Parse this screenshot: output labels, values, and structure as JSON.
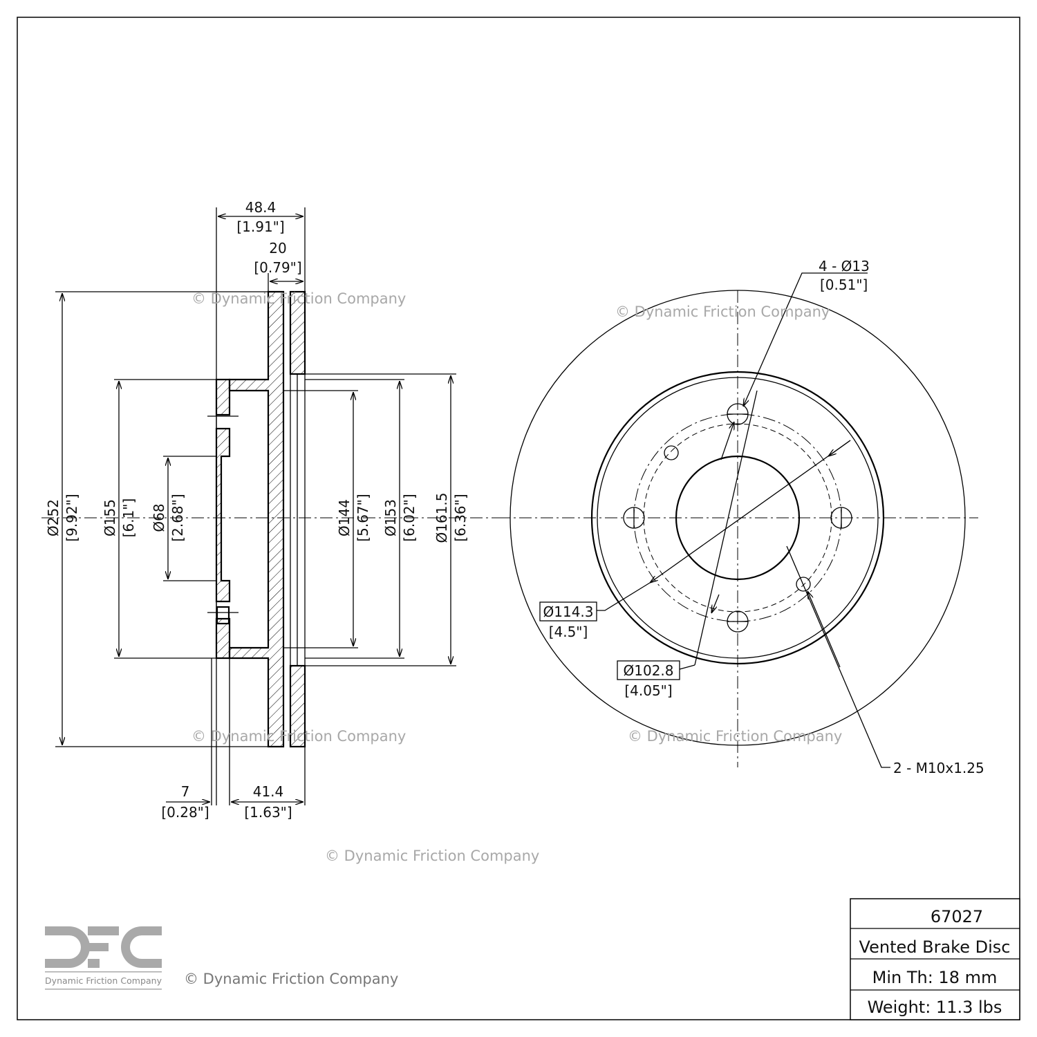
{
  "watermark": "© Dynamic Friction Company",
  "logo": {
    "letters": "DFC",
    "company": "Dynamic Friction Company"
  },
  "footer_copyright": "© Dynamic Friction Company",
  "section_view": {
    "overall_width": {
      "mm": "48.4",
      "in": "[1.91\"]"
    },
    "disc_thickness": {
      "mm": "20",
      "in": "[0.79\"]"
    },
    "hat_thickness": {
      "mm": "7",
      "in": "[0.28\"]"
    },
    "offset": {
      "mm": "41.4",
      "in": "[1.63\"]"
    },
    "outer_diameter": {
      "mm": "Ø252",
      "in": "[9.92\"]"
    },
    "hat_diameter": {
      "mm": "Ø155",
      "in": "[6.1\"]"
    },
    "center_bore": {
      "mm": "Ø68",
      "in": "[2.68\"]"
    },
    "inner_diameter_1": {
      "mm": "Ø144",
      "in": "[5.67\"]"
    },
    "inner_diameter_2": {
      "mm": "Ø153",
      "in": "[6.02\"]"
    },
    "inner_diameter_3": {
      "mm": "Ø161.5",
      "in": "[6.36\"]"
    }
  },
  "front_view": {
    "bolt_holes": {
      "mm": "4 - Ø13",
      "in": "[0.51\"]"
    },
    "bolt_circle": {
      "mm": "Ø114.3",
      "in": "[4.5\"]"
    },
    "small_circle": {
      "mm": "Ø102.8",
      "in": "[4.05\"]"
    },
    "threaded_holes": "2 - M10x1.25"
  },
  "title_block": {
    "part_number": "67027",
    "description": "Vented Brake Disc",
    "min_thickness": "Min Th: 18 mm",
    "weight": "Weight: 11.3 lbs"
  }
}
